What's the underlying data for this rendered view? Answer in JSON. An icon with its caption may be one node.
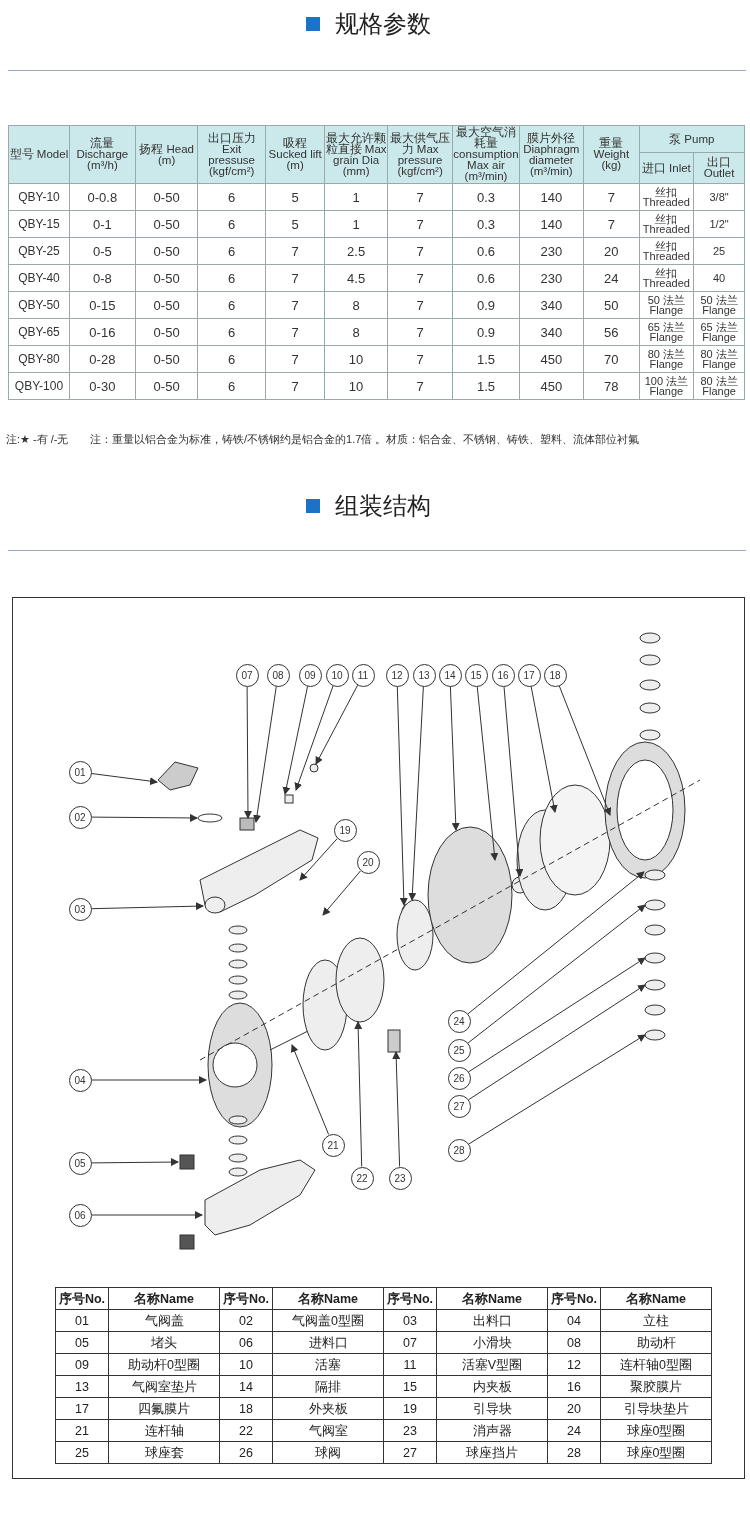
{
  "diagram": {
    "title": "规格参数",
    "nodes": [
      {
        "text": [
          "01"
        ]
      },
      {
        "text": [
          "02"
        ]
      },
      {
        "text": [
          "03"
        ]
      },
      {
        "text": [
          "04"
        ]
      },
      {
        "text": [
          "05"
        ]
      },
      {
        "text": [
          "06"
        ]
      },
      {
        "text": [
          "07"
        ]
      },
      {
        "text": [
          "08"
        ]
      },
      {
        "text": [
          "09"
        ]
      },
      {
        "text": [
          "10"
        ]
      },
      {
        "text": [
          "11"
        ]
      },
      {
        "text": [
          "12"
        ]
      },
      {
        "text": [
          "13"
        ]
      },
      {
        "text": [
          "14"
        ]
      },
      {
        "text": [
          "15"
        ]
      },
      {
        "text": [
          "16"
        ]
      },
      {
        "text": [
          "17"
        ]
      },
      {
        "text": [
          "18"
        ]
      },
      {
        "text": [
          "19"
        ]
      },
      {
        "text": [
          "20"
        ]
      },
      {
        "text": [
          "21"
        ]
      },
      {
        "text": [
          "22"
        ]
      },
      {
        "text": [
          "23"
        ]
      },
      {
        "text": [
          "24"
        ]
      },
      {
        "text": [
          "25"
        ]
      },
      {
        "text": [
          "26"
        ]
      },
      {
        "text": [
          "27"
        ]
      },
      {
        "text": [
          "28"
        ]
      }
    ],
    "edges": [
      {
        "from": 0,
        "to": null,
        "arrow": "to"
      },
      {
        "from": 1,
        "to": null,
        "arrow": "to"
      },
      {
        "from": 2,
        "to": null,
        "arrow": "to"
      },
      {
        "from": 3,
        "to": null,
        "arrow": "to"
      },
      {
        "from": 4,
        "to": null,
        "arrow": "to"
      },
      {
        "from": 5,
        "to": null,
        "arrow": "to"
      },
      {
        "from": 6,
        "to": null,
        "arrow": "to"
      },
      {
        "from": 7,
        "to": null,
        "arrow": "to"
      },
      {
        "from": 8,
        "to": null,
        "arrow": "to"
      },
      {
        "from": 9,
        "to": null,
        "arrow": "to"
      },
      {
        "from": 10,
        "to": null,
        "arrow": "to"
      },
      {
        "from": 11,
        "to": null,
        "arrow": "to"
      },
      {
        "from": 12,
        "to": null,
        "arrow": "to"
      },
      {
        "from": 13,
        "to": null,
        "arrow": "to"
      },
      {
        "from": 14,
        "to": null,
        "arrow": "to"
      },
      {
        "from": 15,
        "to": null,
        "arrow": "to"
      },
      {
        "from": 16,
        "to": null,
        "arrow": "to"
      },
      {
        "from": 17,
        "to": null,
        "arrow": "to"
      },
      {
        "from": 18,
        "to": null,
        "arrow": "to"
      },
      {
        "from": 19,
        "to": null,
        "arrow": "to"
      },
      {
        "from": 20,
        "to": null,
        "arrow": "to"
      },
      {
        "from": 21,
        "to": null,
        "arrow": "to"
      },
      {
        "from": 22,
        "to": null,
        "arrow": "to"
      },
      {
        "from": 23,
        "to": null,
        "arrow": "to"
      },
      {
        "from": 24,
        "to": null,
        "arrow": "to"
      },
      {
        "from": 25,
        "to": null,
        "arrow": "to"
      },
      {
        "from": 26,
        "to": null,
        "arrow": "to"
      },
      {
        "from": 27,
        "to": null,
        "arrow": "to"
      }
    ],
    "labels": [
      "型号 Model",
      "流量 Discharge (m³/h)",
      "扬程 Head (m)",
      "出口压力 Exit pressuse (kgf/cm²)",
      "吸程 Sucked lift (m)",
      "最大允许颗粒直接 Max grain Dia (mm)",
      "最大供气压力 Max pressure (kgf/cm²)",
      "最大空气消耗量 consumption Max air (m³/min)",
      "膜片外径 Diaphragm diameter (m³/min)",
      "重量 Weight (kg)",
      "泵 Pump",
      "进口 Inlet",
      "出口 Outlet",
      "QBY-10",
      "0-0.8",
      "0-50",
      "6",
      "5",
      "1",
      "7",
      "0.3",
      "140",
      "7",
      "丝扣 Threaded",
      "3/8\"",
      "QBY-15",
      "0-1",
      "0-50",
      "6",
      "5",
      "1",
      "7",
      "0.3",
      "140",
      "7",
      "丝扣 Threaded",
      "1/2\"",
      "QBY-25",
      "0-5",
      "0-50",
      "6",
      "7",
      "2.5",
      "7",
      "0.6",
      "230",
      "20",
      "丝扣 Threaded",
      "25",
      "QBY-40",
      "0-8",
      "0-50",
      "6",
      "7",
      "4.5",
      "7",
      "0.6",
      "230",
      "24",
      "丝扣 Threaded",
      "40",
      "QBY-50",
      "0-15",
      "0-50",
      "6",
      "7",
      "8",
      "7",
      "0.9",
      "340",
      "50",
      "50 法兰Flange",
      "50 法兰Flange",
      "QBY-65",
      "0-16",
      "0-50",
      "6",
      "7",
      "8",
      "7",
      "0.9",
      "340",
      "56",
      "65 法兰Flange",
      "65 法兰Flange",
      "QBY-80",
      "0-28",
      "0-50",
      "6",
      "7",
      "10",
      "7",
      "1.5",
      "450",
      "70",
      "80 法兰Flange",
      "80 法兰Flange",
      "QBY-100",
      "0-30",
      "0-50",
      "6",
      "7",
      "10",
      "7",
      "1.5",
      "450",
      "78",
      "100 法兰Flange",
      "80 法兰Flange",
      "注:★ -有 /-无",
      "注：重量以铝合金为标准，铸铁/不锈钢约是铝合金的1.7倍 。材质：铝合金、不锈钢、铸铁、塑料、流体部位衬氟",
      "组装结构",
      "序号No.",
      "名称Name",
      "序号No.",
      "名称Name",
      "序号No.",
      "名称Name",
      "序号No.",
      "名称Name",
      "01",
      "气阀盖",
      "02",
      "气阀盖0型圈",
      "03",
      "出料口",
      "04",
      "立柱",
      "05",
      "堵头",
      "06",
      "进料口",
      "07",
      "小滑块",
      "08",
      "助动杆",
      "09",
      "助动杆0型圈",
      "10",
      "活塞",
      "11",
      "活塞V型圈",
      "12",
      "连杆轴0型圈",
      "13",
      "气阀室垫片",
      "14",
      "隔排",
      "15",
      "内夹板",
      "16",
      "聚胶膜片",
      "17",
      "四氟膜片",
      "18",
      "外夹板",
      "19",
      "引导块",
      "20",
      "引导块垫片",
      "21",
      "连杆轴",
      "22",
      "气阀室",
      "23",
      "消声器",
      "24",
      "球座0型圈",
      "25",
      "球座套",
      "26",
      "球阀",
      "27",
      "球座挡片",
      "28",
      "球座0型圈"
    ]
  }
}
